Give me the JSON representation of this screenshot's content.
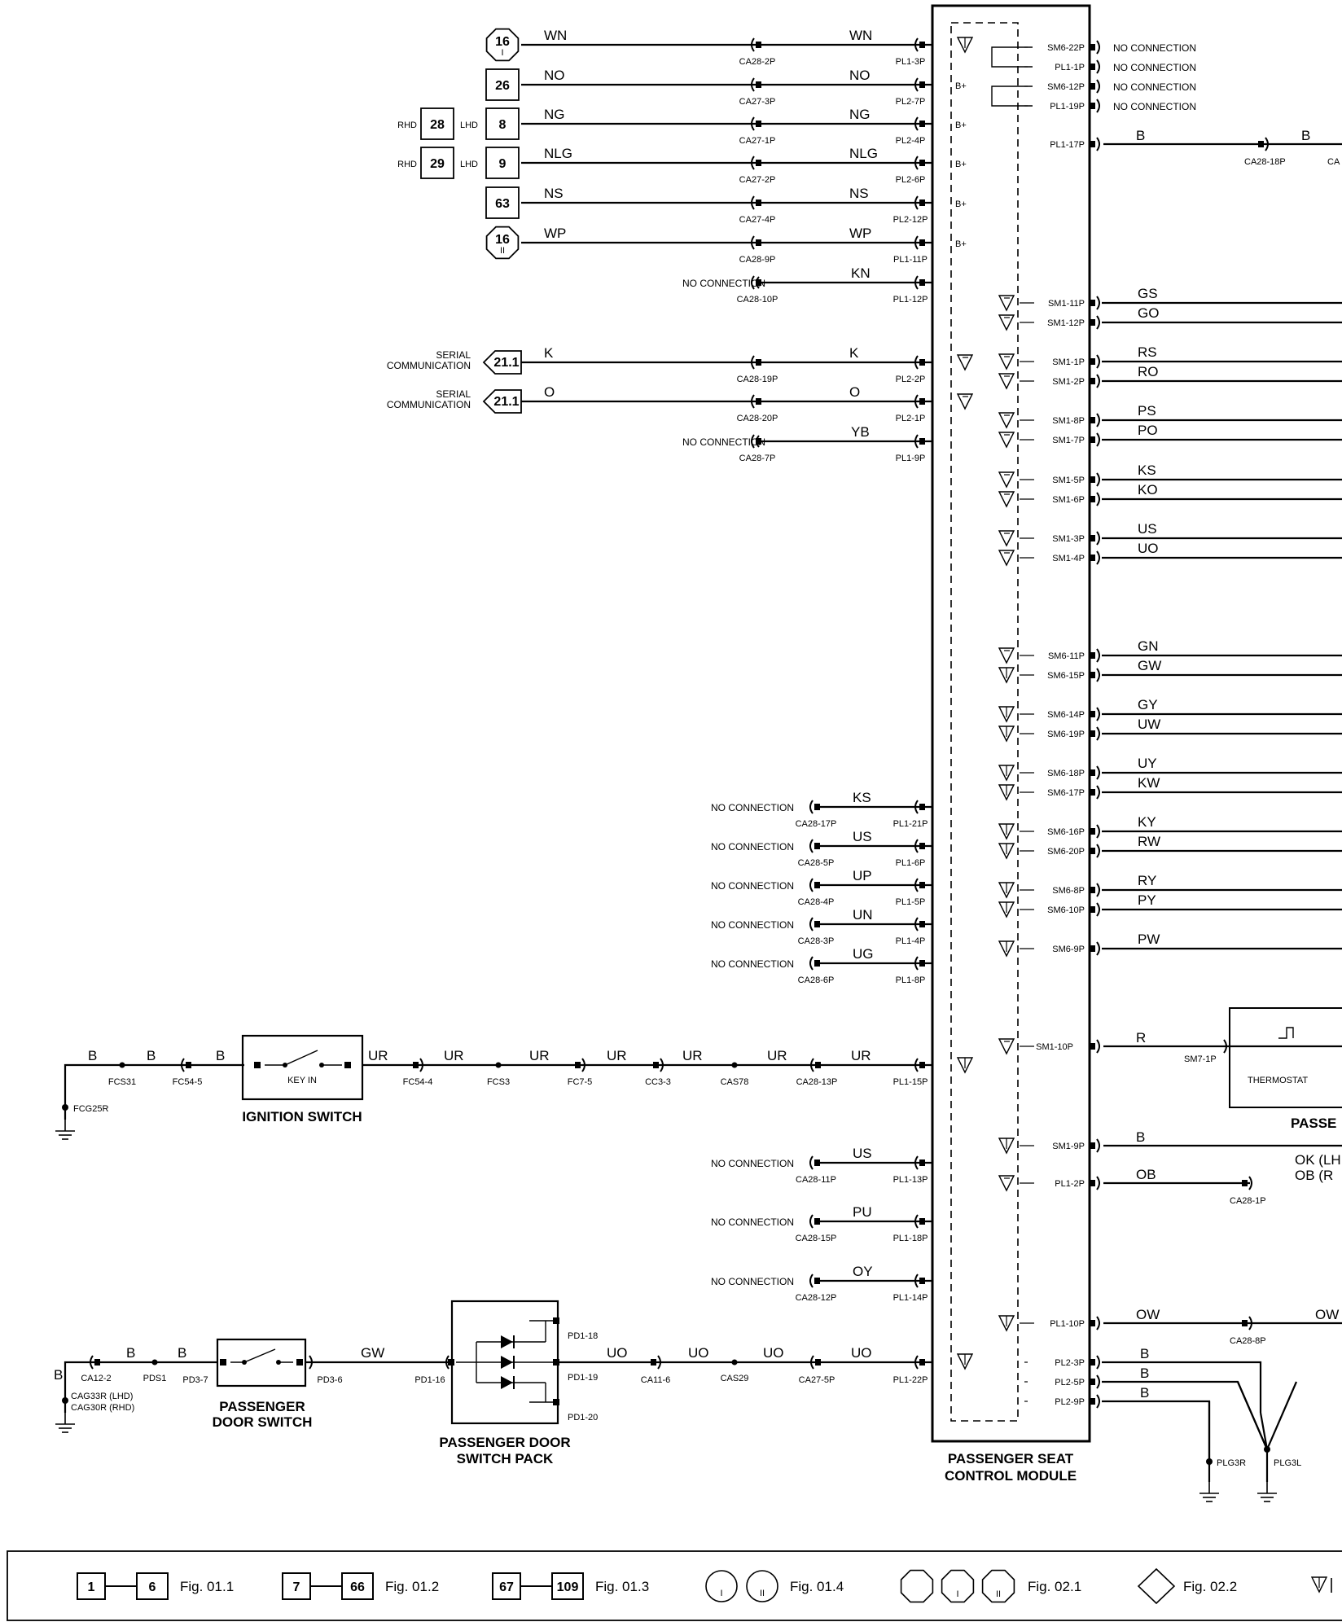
{
  "connectors": {
    "nc": "NO CONNECTION",
    "left_wires": [
      {
        "ref": "16",
        "ref_sub": "I",
        "ref_shape": "octagon",
        "color": "WN",
        "ca": "CA28-2P",
        "pl": "PL1-3P",
        "symbol": "T"
      },
      {
        "ref": "26",
        "ref_shape": "square",
        "color": "NO",
        "ca": "CA27-3P",
        "pl": "PL2-7P",
        "symbol": "B+"
      },
      {
        "ref": "8",
        "ref_shape": "square",
        "rhd": "28",
        "color": "NG",
        "ca": "CA27-1P",
        "pl": "PL2-4P",
        "symbol": "B+"
      },
      {
        "ref": "9",
        "ref_shape": "square",
        "rhd": "29",
        "color": "NLG",
        "ca": "CA27-2P",
        "pl": "PL2-6P",
        "symbol": "B+"
      },
      {
        "ref": "63",
        "ref_shape": "square",
        "color": "NS",
        "ca": "CA27-4P",
        "pl": "PL2-12P",
        "symbol": "B+"
      },
      {
        "ref": "16",
        "ref_sub": "II",
        "ref_shape": "octagon",
        "color": "WP",
        "ca": "CA28-9P",
        "pl": "PL1-11P",
        "symbol": "B+"
      },
      {
        "color": "KN",
        "ca": "CA28-10P",
        "pl": "PL1-12P",
        "nc": true
      },
      {
        "ref": "21.1",
        "ref_shape": "arrow",
        "serial": "SERIAL",
        "comm": "COMMUNICATION",
        "color": "K",
        "ca": "CA28-19P",
        "pl": "PL2-2P",
        "symbol": "Tq"
      },
      {
        "ref": "21.1",
        "ref_shape": "arrow",
        "serial": "SERIAL",
        "comm": "COMMUNICATION",
        "color": "O",
        "ca": "CA28-20P",
        "pl": "PL2-1P",
        "symbol": "Tq"
      },
      {
        "color": "YB",
        "ca": "CA28-7P",
        "pl": "PL1-9P",
        "nc": true
      }
    ],
    "rhd": "RHD",
    "lhd": "LHD",
    "lower_nc": [
      {
        "color": "KS",
        "ca": "CA28-17P",
        "pl": "PL1-21P"
      },
      {
        "color": "US",
        "ca": "CA28-5P",
        "pl": "PL1-6P"
      },
      {
        "color": "UP",
        "ca": "CA28-4P",
        "pl": "PL1-5P"
      },
      {
        "color": "UN",
        "ca": "CA28-3P",
        "pl": "PL1-4P"
      },
      {
        "color": "UG",
        "ca": "CA28-6P",
        "pl": "PL1-8P"
      },
      {
        "color": "US",
        "ca": "CA28-11P",
        "pl": "PL1-13P"
      },
      {
        "color": "PU",
        "ca": "CA28-15P",
        "pl": "PL1-18P"
      },
      {
        "color": "OY",
        "ca": "CA28-12P",
        "pl": "PL1-14P"
      }
    ],
    "right_top": [
      {
        "pin": "SM6-22P",
        "nc": "NO CONNECTION"
      },
      {
        "pin": "PL1-1P",
        "nc": "NO CONNECTION"
      },
      {
        "pin": "SM6-12P",
        "nc": "NO CONNECTION"
      },
      {
        "pin": "PL1-19P",
        "nc": "NO CONNECTION"
      }
    ],
    "right_b": {
      "pin": "PL1-17P",
      "color": "B",
      "color2": "B",
      "ca": "CA28-18P",
      "ca_cut": "CA"
    },
    "right_wires": [
      {
        "pin": "SM1-11P",
        "color": "GS",
        "sym": "Tq"
      },
      {
        "pin": "SM1-12P",
        "color": "GO",
        "sym": "Tq"
      },
      {
        "pin": "SM1-1P",
        "color": "RS",
        "sym": "Tq"
      },
      {
        "pin": "SM1-2P",
        "color": "RO",
        "sym": "Tq"
      },
      {
        "pin": "SM1-8P",
        "color": "PS",
        "sym": "Tq"
      },
      {
        "pin": "SM1-7P",
        "color": "PO",
        "sym": "Tq"
      },
      {
        "pin": "SM1-5P",
        "color": "KS",
        "sym": "Tq"
      },
      {
        "pin": "SM1-6P",
        "color": "KO",
        "sym": "Tq"
      },
      {
        "pin": "SM1-3P",
        "color": "US",
        "sym": "Tq"
      },
      {
        "pin": "SM1-4P",
        "color": "UO",
        "sym": "Tq"
      },
      {
        "pin": "SM6-11P",
        "color": "GN",
        "sym": "Tq"
      },
      {
        "pin": "SM6-15P",
        "color": "GW",
        "sym": "T"
      },
      {
        "pin": "SM6-14P",
        "color": "GY",
        "sym": "T"
      },
      {
        "pin": "SM6-19P",
        "color": "UW",
        "sym": "T"
      },
      {
        "pin": "SM6-18P",
        "color": "UY",
        "sym": "T"
      },
      {
        "pin": "SM6-17P",
        "color": "KW",
        "sym": "T"
      },
      {
        "pin": "SM6-16P",
        "color": "KY",
        "sym": "T"
      },
      {
        "pin": "SM6-20P",
        "color": "RW",
        "sym": "T"
      },
      {
        "pin": "SM6-8P",
        "color": "RY",
        "sym": "T"
      },
      {
        "pin": "SM6-10P",
        "color": "PY",
        "sym": "T"
      },
      {
        "pin": "SM6-9P",
        "color": "PW",
        "sym": "T"
      }
    ],
    "thermo": {
      "pin": "SM1-10P",
      "color": "R",
      "sm": "SM7-1P",
      "label": "THERMOSTAT",
      "sub": "PASSE"
    },
    "sm1_9p": {
      "pin": "SM1-9P",
      "color": "B",
      "ok": "OK (LH",
      "ob": "OB (R"
    },
    "pl1_2p": {
      "pin": "PL1-2P",
      "color": "OB",
      "ca": "CA28-1P"
    },
    "pl1_10p": {
      "pin": "PL1-10P",
      "color": "OW",
      "color2": "OW",
      "ca": "CA28-8P"
    },
    "grounds": [
      {
        "pin": "PL2-3P",
        "color": "B"
      },
      {
        "pin": "PL2-5P",
        "color": "B"
      },
      {
        "pin": "PL2-9P",
        "color": "B"
      }
    ],
    "plg3r": "PLG3R",
    "plg3l": "PLG3L"
  },
  "ignition": {
    "title": "IGNITION SWITCH",
    "inner": "KEY IN",
    "colors": [
      "B",
      "B",
      "B",
      "UR",
      "UR",
      "UR",
      "UR",
      "UR",
      "UR",
      "UR"
    ],
    "splices": [
      "FCS31",
      "FC54-5",
      "FC54-4",
      "FCS3",
      "FC7-5",
      "CC3-3",
      "CAS78",
      "CA28-13P",
      "PL1-15P"
    ],
    "ground": "FCG25R"
  },
  "door": {
    "switch_title1": "PASSENGER",
    "switch_title2": "DOOR SWITCH",
    "pack_title1": "PASSENGER DOOR",
    "pack_title2": "SWITCH PACK",
    "colors": [
      "B",
      "B",
      "B",
      "GW",
      "UO",
      "UO",
      "UO",
      "UO"
    ],
    "labels": [
      "CA12-2",
      "PDS1",
      "PD3-7",
      "PD3-6",
      "PD1-16",
      "PD1-18",
      "PD1-19",
      "PD1-20",
      "CA11-6",
      "CAS29",
      "CA27-5P",
      "PL1-22P"
    ],
    "ground1": "CAG33R (LHD)",
    "ground2": "CAG30R (RHD)"
  },
  "module": {
    "title1": "PASSENGER SEAT",
    "title2": "CONTROL MODULE"
  },
  "legend": {
    "items": [
      {
        "a": "1",
        "b": "6",
        "fig": "Fig. 01.1"
      },
      {
        "a": "7",
        "b": "66",
        "fig": "Fig. 01.2"
      },
      {
        "a": "67",
        "b": "109",
        "fig": "Fig. 01.3"
      }
    ],
    "circle_fig": "Fig. 01.4",
    "octagon_fig": "Fig. 02.1",
    "diamond_fig": "Fig. 02.2",
    "sub_i": "I",
    "sub_ii": "II"
  }
}
